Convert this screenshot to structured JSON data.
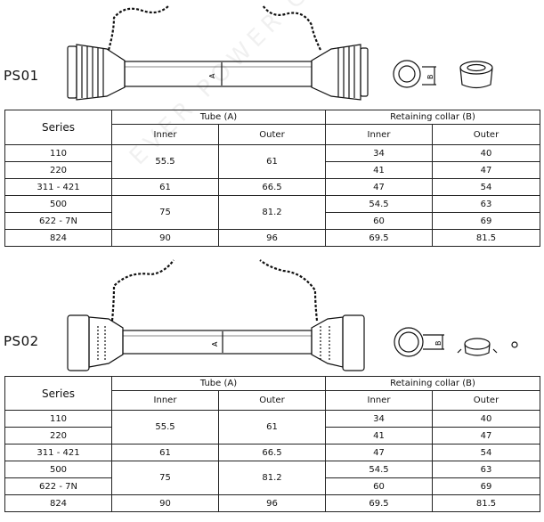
{
  "watermark": "EVER POWER GROUP CO LTD",
  "sections": [
    {
      "label": "PS01",
      "dim_tube": "A",
      "dim_collar": "B",
      "headers": {
        "series": "Series",
        "tube": "Tube (A)",
        "collar": "Retaining collar (B)",
        "inner": "Inner",
        "outer": "Outer"
      },
      "rows": [
        {
          "series": "110",
          "tube_inner": "55.5",
          "tube_outer": "61",
          "collar_inner": "34",
          "collar_outer": "40"
        },
        {
          "series": "220",
          "collar_inner": "41",
          "collar_outer": "47"
        },
        {
          "series": "311 - 421",
          "tube_inner": "61",
          "tube_outer": "66.5",
          "collar_inner": "47",
          "collar_outer": "54"
        },
        {
          "series": "500",
          "tube_inner": "75",
          "tube_outer": "81.2",
          "collar_inner": "54.5",
          "collar_outer": "63"
        },
        {
          "series": "622 - 7N",
          "collar_inner": "60",
          "collar_outer": "69"
        },
        {
          "series": "824",
          "tube_inner": "90",
          "tube_outer": "96",
          "collar_inner": "69.5",
          "collar_outer": "81.5"
        }
      ]
    },
    {
      "label": "PS02",
      "dim_tube": "A",
      "dim_collar": "B",
      "headers": {
        "series": "Series",
        "tube": "Tube (A)",
        "collar": "Retaining collar (B)",
        "inner": "Inner",
        "outer": "Outer"
      },
      "rows": [
        {
          "series": "110",
          "tube_inner": "55.5",
          "tube_outer": "61",
          "collar_inner": "34",
          "collar_outer": "40"
        },
        {
          "series": "220",
          "collar_inner": "41",
          "collar_outer": "47"
        },
        {
          "series": "311 - 421",
          "tube_inner": "61",
          "tube_outer": "66.5",
          "collar_inner": "47",
          "collar_outer": "54"
        },
        {
          "series": "500",
          "tube_inner": "75",
          "tube_outer": "81.2",
          "collar_inner": "54.5",
          "collar_outer": "63"
        },
        {
          "series": "622 - 7N",
          "collar_inner": "60",
          "collar_outer": "69"
        },
        {
          "series": "824",
          "tube_inner": "90",
          "tube_outer": "96",
          "collar_inner": "69.5",
          "collar_outer": "81.5"
        }
      ]
    }
  ]
}
